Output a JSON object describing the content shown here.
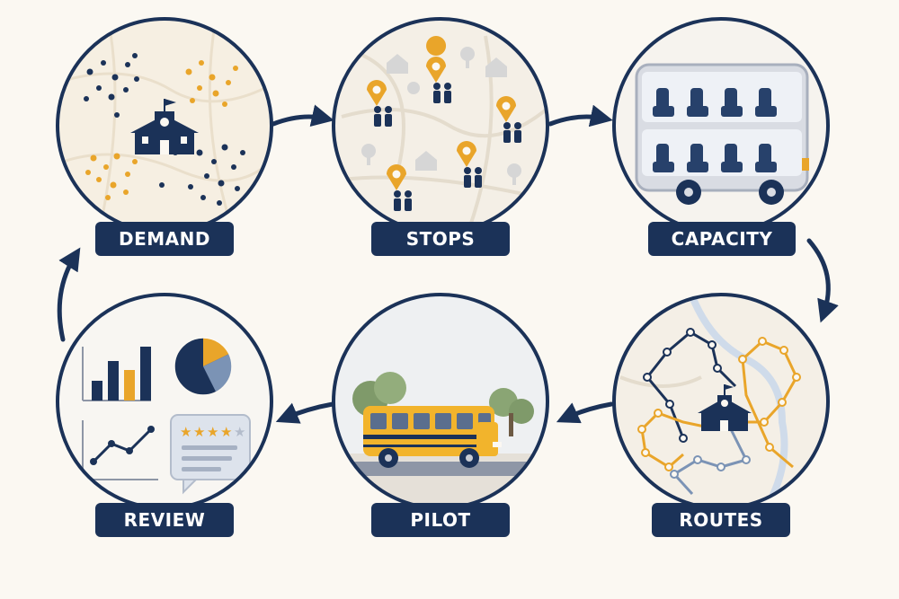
{
  "colors": {
    "navy": "#1b3258",
    "gold": "#e9a52a",
    "slate": "#7b93b5",
    "background": "#fbf8f2",
    "bus_yellow": "#f2b42c"
  },
  "steps": [
    {
      "id": "demand",
      "label": "DEMAND",
      "icon": "school-demand-dots-icon"
    },
    {
      "id": "stops",
      "label": "STOPS",
      "icon": "stop-pins-map-icon"
    },
    {
      "id": "capacity",
      "label": "CAPACITY",
      "icon": "bus-seats-icon"
    },
    {
      "id": "routes",
      "label": "ROUTES",
      "icon": "route-map-icon"
    },
    {
      "id": "pilot",
      "label": "PILOT",
      "icon": "school-bus-icon"
    },
    {
      "id": "review",
      "label": "REVIEW",
      "icon": "charts-review-icon"
    }
  ]
}
